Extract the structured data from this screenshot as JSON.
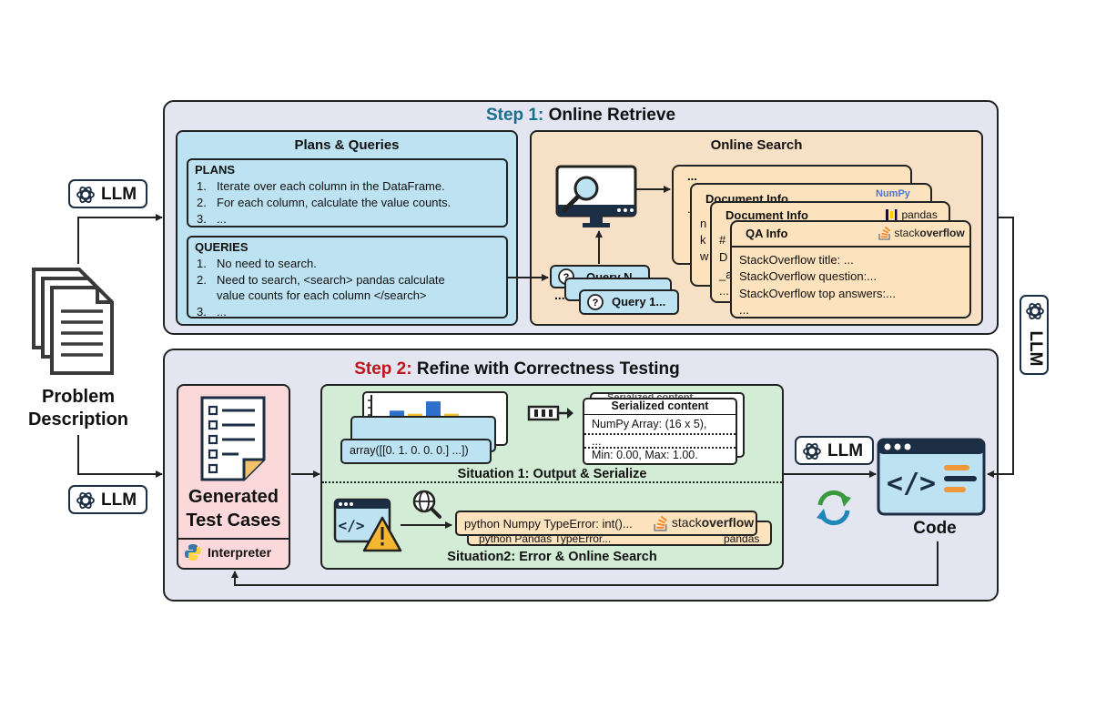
{
  "colors": {
    "panel_bg": "#e3e5f1",
    "plans_bg": "#bde3f3",
    "search_bg": "#f6e0c6",
    "card_bg": "#fde3bd",
    "tests_bg": "#fbd8da",
    "situation_bg": "#d3ecd6",
    "step1_accent": "#1a6f8f",
    "step2_accent": "#c0141b"
  },
  "problem": {
    "line1": "Problem",
    "line2": "Description"
  },
  "llm_label": "LLM",
  "step1": {
    "prefix": "Step 1:",
    "title": "Online Retrieve",
    "plans_queries": {
      "heading": "Plans & Queries",
      "plans_label": "PLANS",
      "plans": [
        {
          "num": "1.",
          "text": "Iterate over each column in the DataFrame."
        },
        {
          "num": "2.",
          "text": "For each column, calculate the value counts."
        },
        {
          "num": "3.",
          "text": "..."
        }
      ],
      "queries_label": "QUERIES",
      "queries": [
        {
          "num": "1.",
          "text": "No need to search."
        },
        {
          "num": "2.",
          "text": "Need to search,  <search> pandas calculate",
          "text2": "value counts for each column </search>"
        },
        {
          "num": "3.",
          "text": "..."
        }
      ]
    },
    "online_search": {
      "heading": "Online Search",
      "query_n": "Query N",
      "query_1": "Query 1...",
      "ellipsis": "...",
      "back_ellipsis": "...",
      "doc_info_1": "Document Info",
      "doc_info_2": "Document Info",
      "numpy_logo": "NumPy",
      "pandas_logo": "pandas",
      "card1_lines": [
        "n",
        "k",
        "w"
      ],
      "card2_lines": [
        "#",
        "D",
        "_a",
        "..."
      ],
      "qa": {
        "title": "QA Info",
        "so_logo_a": "stack",
        "so_logo_b": "overflow",
        "lines": [
          "StackOverflow title: ...",
          "StackOverflow question:...",
          "StackOverflow top answers:...",
          "..."
        ]
      }
    }
  },
  "step2": {
    "prefix": "Step 2:",
    "title": "Refine with Correctness Testing",
    "tests": {
      "line1": "Generated",
      "line2": "Test Cases",
      "interpreter": "Interpreter"
    },
    "situation1": {
      "label": "Situation 1: Output & Serialize",
      "array_text": "array([[0. 1. 0. 0. 0.] ...])",
      "serialized_back": "Serialized content",
      "serialized_title": "Serialized content",
      "lines": [
        "NumPy Array: (16 x 5),",
        "...",
        "Min: 0.00, Max: 1.00."
      ],
      "bar_chart": {
        "colors": [
          "#2f6fcc",
          "#f3c12d",
          "#2f6fcc",
          "#f3c12d",
          "#2f6fcc",
          "#2f6fcc"
        ],
        "values": [
          0.55,
          0.45,
          0.85,
          0.45,
          0.3,
          0.2
        ]
      }
    },
    "situation2": {
      "label": "Situation2: Error & Online Search",
      "error_front": "python Numpy TypeError: int()...",
      "error_back": "python Pandas TypeError...",
      "so_logo_a": "stack",
      "so_logo_b": "overflow",
      "back_logo": "pandas"
    },
    "code_label": "Code"
  }
}
